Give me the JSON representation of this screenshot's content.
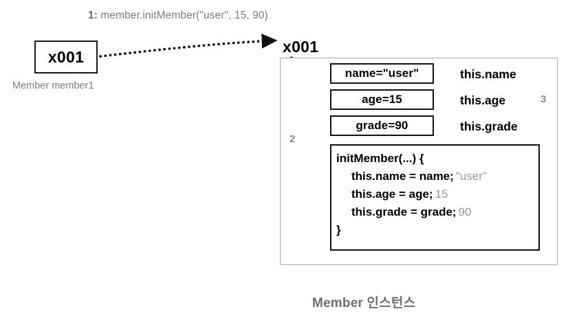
{
  "diagram": {
    "call_step": {
      "number": "1:",
      "expression": "member.initMember(\"user\", 15, 90)"
    },
    "variable": {
      "address": "x001",
      "declaration": "Member member1"
    },
    "instance": {
      "address": "x001",
      "caption": "Member 인스턴스",
      "fields": [
        {
          "text": "name=\"user\"",
          "this_ref": "this.name"
        },
        {
          "text": "age=15",
          "this_ref": "this.age"
        },
        {
          "text": "grade=90",
          "this_ref": "this.grade"
        }
      ],
      "method": {
        "signature": "initMember(...) {",
        "body": [
          {
            "code": "this.name = name;",
            "value": "\"user\""
          },
          {
            "code": "this.age = age;",
            "value": "15"
          },
          {
            "code": "this.grade = grade;",
            "value": "90"
          }
        ],
        "closing": "}"
      }
    },
    "step_markers": {
      "two": "2",
      "three": "3"
    },
    "colors": {
      "ink": "#000000",
      "muted": "#808080",
      "box_border": "#111111",
      "container_border": "#a8a8a8",
      "annotation": "#9a9a9a"
    }
  }
}
